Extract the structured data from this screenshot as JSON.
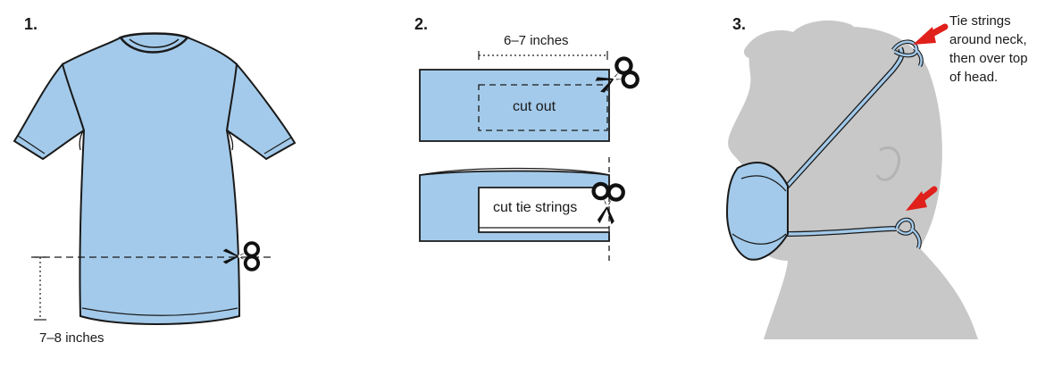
{
  "panel1": {
    "step": "1.",
    "measure": "7–8 inches"
  },
  "panel2": {
    "step": "2.",
    "measure": "6–7 inches",
    "cut_out": "cut out",
    "cut_ties": "cut tie strings"
  },
  "panel3": {
    "step": "3.",
    "note_lines": [
      "Tie strings",
      "around neck,",
      "then over top",
      "of head."
    ]
  },
  "colors": {
    "fabric": "#a3caea",
    "outline": "#1a1a1a",
    "head": "#c8c8c8",
    "arrow": "#e0201b"
  },
  "icons": [
    "scissors-icon",
    "arrow-icon"
  ]
}
